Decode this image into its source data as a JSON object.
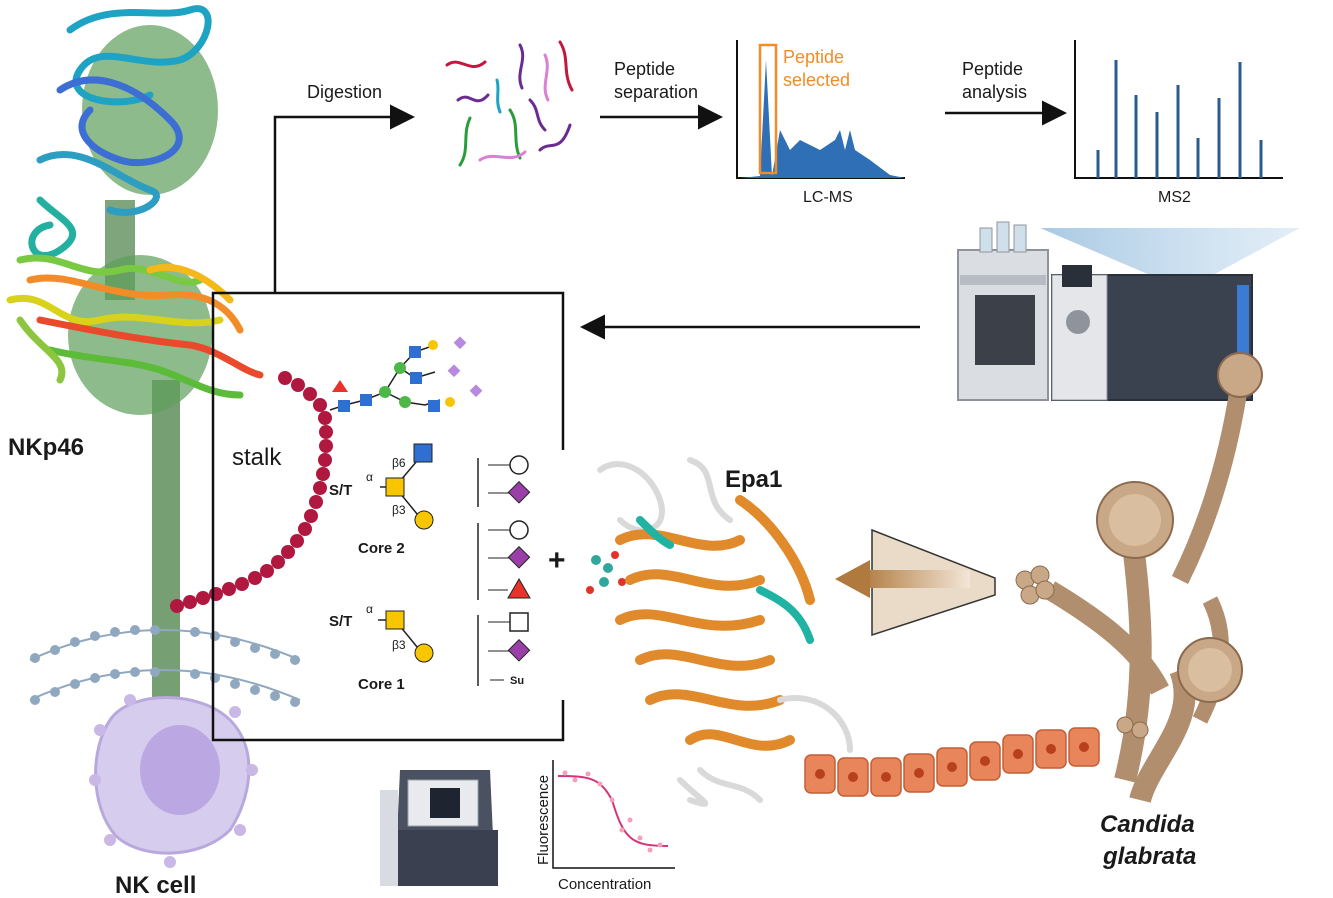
{
  "labels": {
    "nkp46": "NKp46",
    "nk_cell": "NK cell",
    "stalk": "stalk",
    "digestion": "Digestion",
    "peptide_separation_1": "Peptide",
    "peptide_separation_2": "separation",
    "peptide_selected_1": "Peptide",
    "peptide_selected_2": "selected",
    "lcms": "LC-MS",
    "peptide_analysis_1": "Peptide",
    "peptide_analysis_2": "analysis",
    "ms2": "MS2",
    "epa1": "Epa1",
    "candida_1": "Candida",
    "candida_2": "glabrata",
    "core2": "Core 2",
    "core1": "Core 1",
    "st_core2": "S/T",
    "st_core1": "S/T",
    "alpha_core2": "α",
    "beta6": "β6",
    "beta3_core2": "β3",
    "alpha_core1": "α",
    "beta3_core1": "β3",
    "su": "Su",
    "plus": "+",
    "fluorescence": "Fluorescence",
    "concentration": "Concentration"
  },
  "colors": {
    "accent_orange": "#F28C28",
    "lcms_fill": "#2E6FB5",
    "ms2_bar": "#2B5D8C",
    "glycan_blue": "#2F6FD1",
    "glycan_green": "#4DB848",
    "glycan_yellow": "#F7C600",
    "glycan_purple": "#9B59B6",
    "stalk_bead": "#B0183F",
    "sigmoid": "#D6337A",
    "membrane": "#8FA8C0",
    "cell": "#C9B8E6"
  },
  "icons": [
    "protein-ribbon-icon",
    "bead-stalk-icon",
    "glycan-tree-icon",
    "mass-spectrometer-icon",
    "plate-reader-icon",
    "fungus-icon",
    "epithelium-icon",
    "nk-cell-icon"
  ]
}
